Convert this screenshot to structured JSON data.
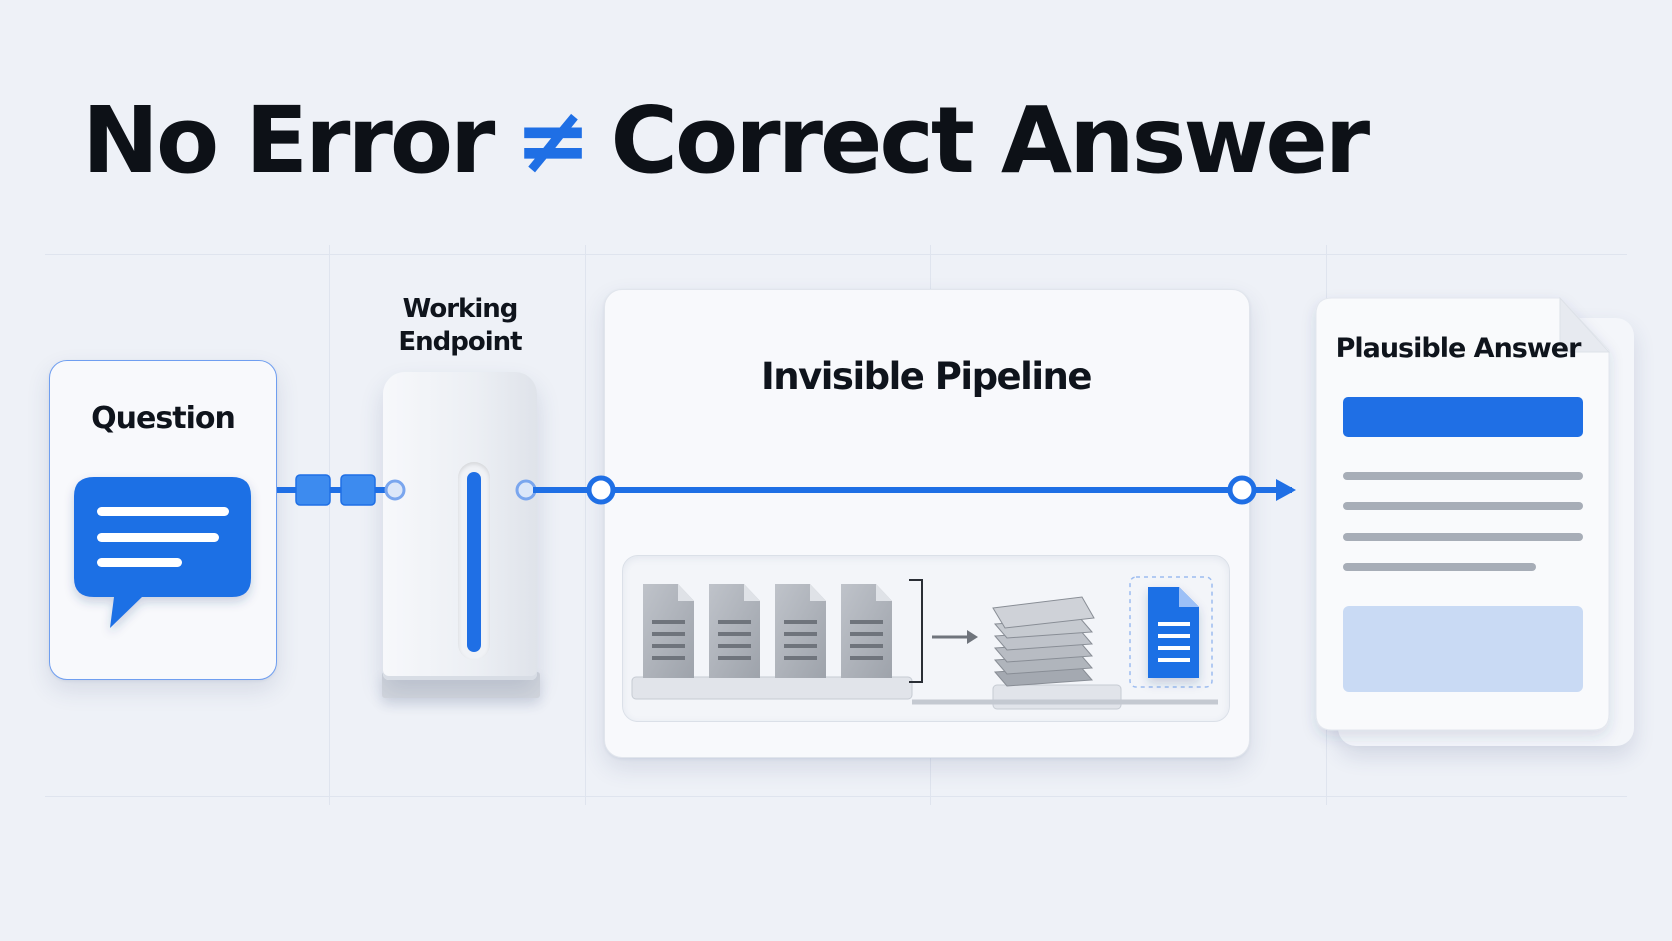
{
  "title": {
    "left": "No Error",
    "neq": "≠",
    "right": "Correct Answer"
  },
  "nodes": {
    "question": {
      "label": "Question",
      "icon": "chat-bubble-icon"
    },
    "endpoint": {
      "label_line1": "Working",
      "label_line2": "Endpoint",
      "icon": "server-icon"
    },
    "pipeline": {
      "label": "Invisible Pipeline",
      "icon": "document-stack-icon"
    },
    "answer": {
      "label": "Plausible Answer",
      "icon": "document-icon"
    }
  },
  "colors": {
    "accent": "#1f6fe5",
    "text": "#0d1117",
    "background": "#eef1f7",
    "muted": "#9aa1ab"
  }
}
